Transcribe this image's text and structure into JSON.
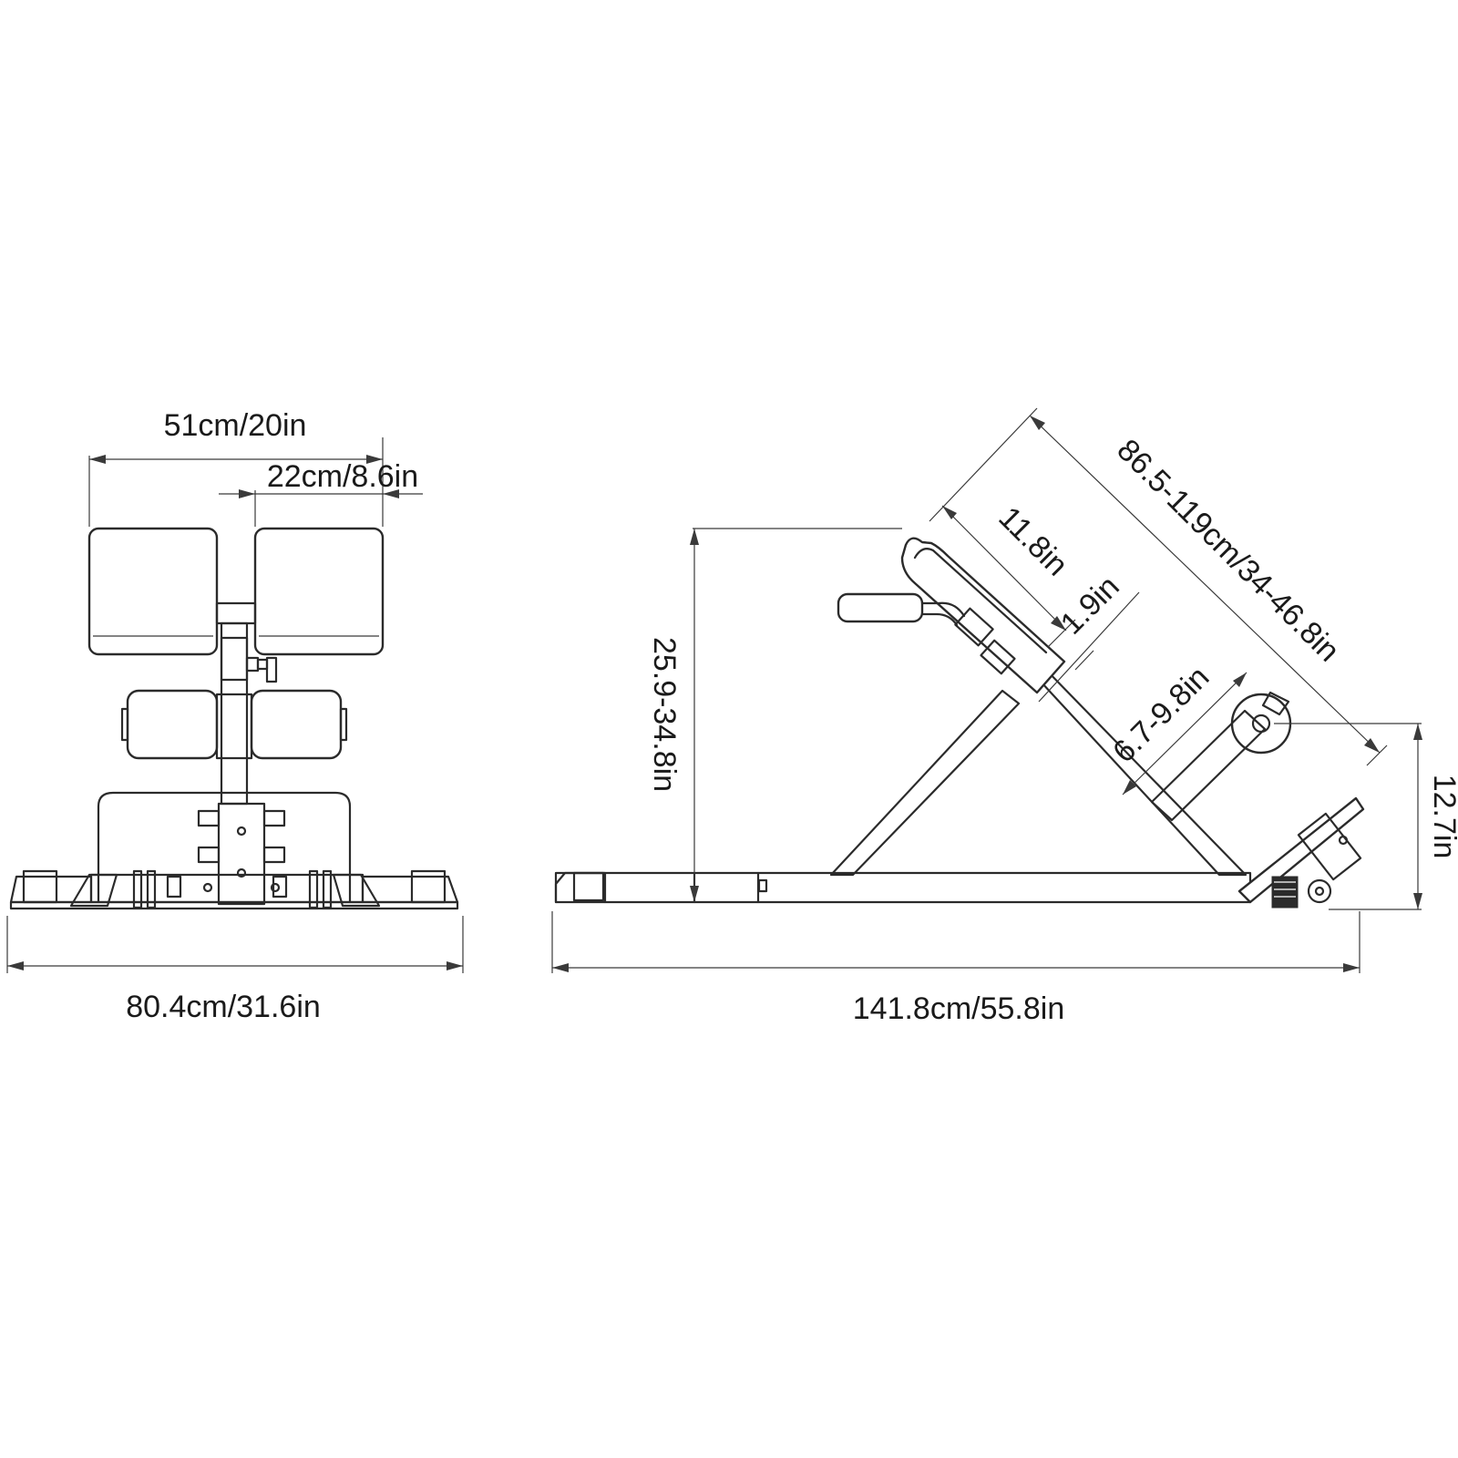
{
  "dimensions": {
    "front_total_width": "51cm/20in",
    "front_pad_width": "22cm/8.6in",
    "front_base_width": "80.4cm/31.6in",
    "side_length": "141.8cm/55.8in",
    "side_height": "25.9-34.8in",
    "side_pad_length": "11.8in",
    "side_pad_thickness": "1.9in",
    "side_roller_gap": "6.7-9.8in",
    "side_backrest_range": "86.5-119cm/34-46.8in",
    "side_footplate_height": "12.7in"
  }
}
